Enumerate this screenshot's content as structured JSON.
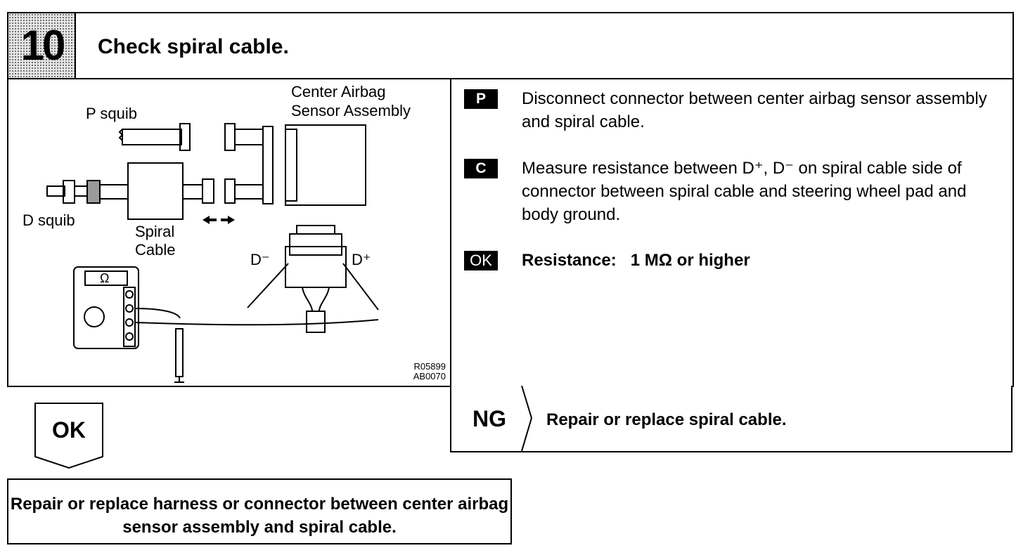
{
  "header": {
    "step_number": "10",
    "title": "Check spiral cable."
  },
  "diagram": {
    "labels": {
      "center_airbag": "Center Airbag",
      "sensor_assembly": "Sensor Assembly",
      "p_squib": "P squib",
      "d_squib": "D squib",
      "spiral": "Spiral",
      "cable": "Cable",
      "d_minus": "D⁻",
      "d_plus": "D⁺",
      "meter_symbol": "Ω"
    },
    "ref_codes": [
      "R05899",
      "AB0070"
    ]
  },
  "instructions": [
    {
      "badge": "P",
      "text": "Disconnect connector between center airbag sensor assembly and spiral cable."
    },
    {
      "badge": "C",
      "text": "Measure resistance between D⁺, D⁻ on spiral cable side of connector between spiral cable and steering wheel pad and body ground."
    },
    {
      "badge": "OK",
      "text": "Resistance:   1 MΩ or higher"
    }
  ],
  "ng": {
    "label": "NG",
    "action": "Repair or replace spiral cable."
  },
  "ok": {
    "label": "OK"
  },
  "result": {
    "text": "Repair or replace harness or connector between center airbag sensor assembly and spiral cable."
  }
}
